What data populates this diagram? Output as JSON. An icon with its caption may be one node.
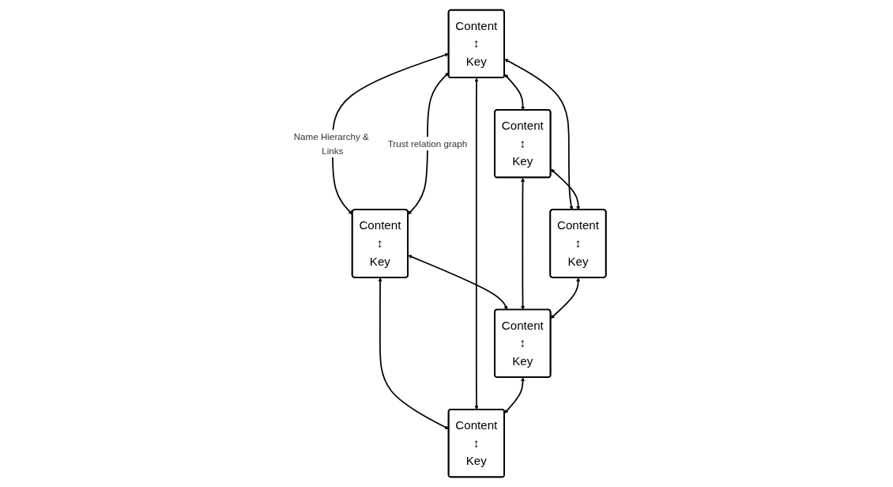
{
  "diagram": {
    "nodes": [
      {
        "text": [
          "Content",
          "↕",
          "Key"
        ]
      },
      {
        "text": [
          "Content",
          "↕",
          "Key"
        ]
      },
      {
        "text": [
          "Content",
          "↕",
          "Key"
        ]
      },
      {
        "text": [
          "Content",
          "↕",
          "Key"
        ]
      },
      {
        "text": [
          "Content",
          "↕",
          "Key"
        ]
      },
      {
        "text": [
          "Content",
          "↕",
          "Key"
        ]
      }
    ],
    "edges": [
      {
        "from": 0,
        "to": 1,
        "arrow": "both",
        "label": "Name Hierarchy & Links"
      },
      {
        "from": 0,
        "to": 1,
        "arrow": "both",
        "label": "Trust relation graph"
      },
      {
        "from": 0,
        "to": 4,
        "arrow": "both"
      },
      {
        "from": 1,
        "to": 2,
        "arrow": "both"
      },
      {
        "from": 0,
        "to": 2,
        "arrow": "both"
      },
      {
        "from": 0,
        "to": 3,
        "arrow": "both"
      },
      {
        "from": 1,
        "to": 5,
        "arrow": "both"
      },
      {
        "from": 3,
        "to": 4,
        "arrow": "both"
      },
      {
        "from": 3,
        "to": 5,
        "arrow": "both"
      },
      {
        "from": 5,
        "to": 2,
        "arrow": "both"
      },
      {
        "from": 4,
        "to": 5,
        "arrow": "both"
      }
    ]
  }
}
